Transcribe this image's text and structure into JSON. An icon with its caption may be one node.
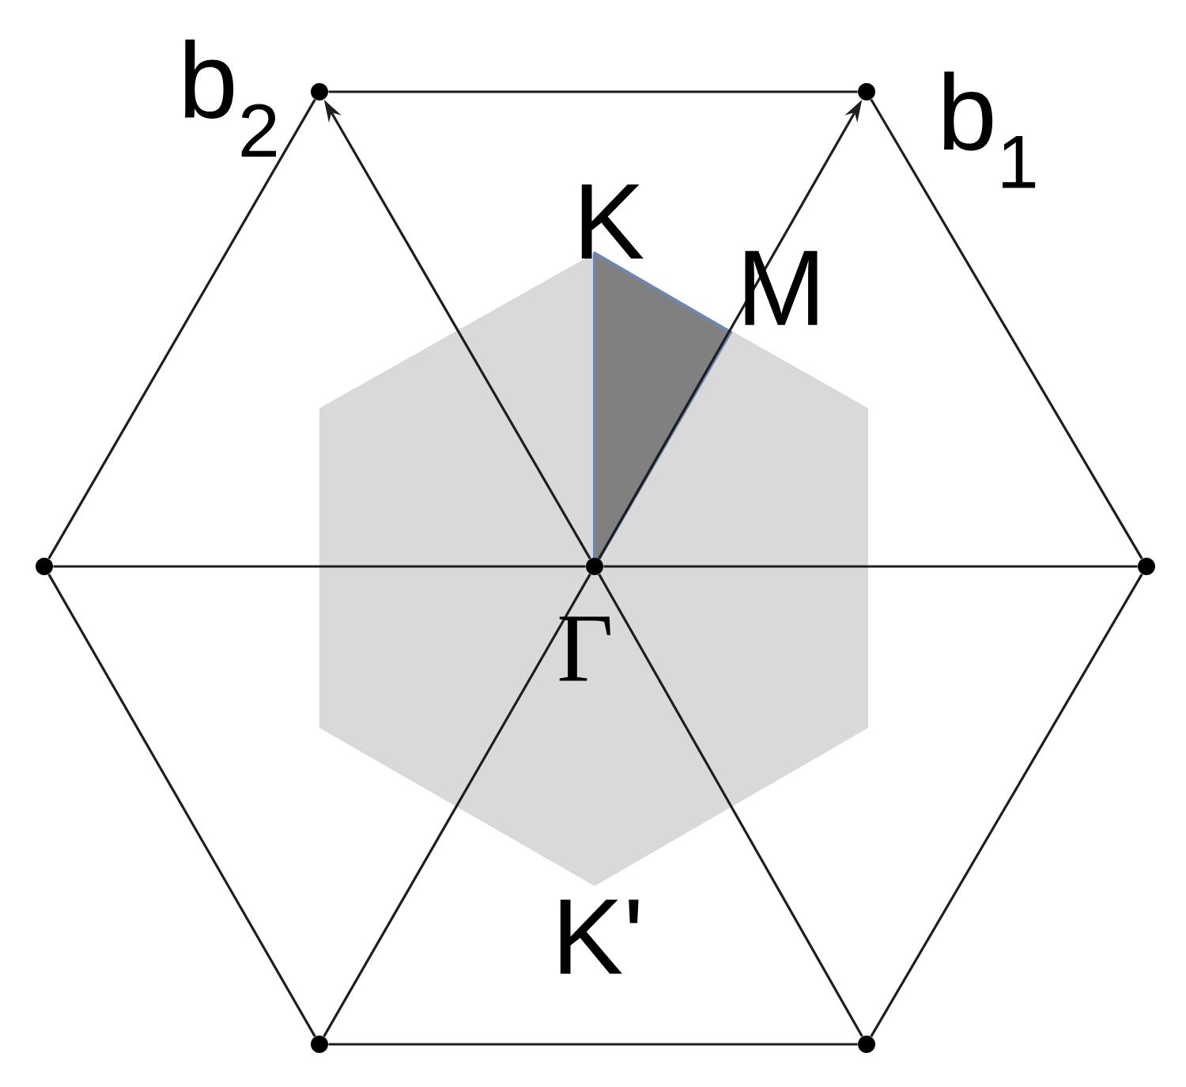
{
  "diagram": {
    "nodes": [
      {
        "text": [],
        "shape": "circle"
      },
      {
        "text": [],
        "shape": "circle"
      },
      {
        "text": [],
        "shape": "circle"
      },
      {
        "text": [],
        "shape": "circle"
      },
      {
        "text": [],
        "shape": "circle"
      },
      {
        "text": [],
        "shape": "circle"
      },
      {
        "text": [],
        "shape": "circle"
      }
    ],
    "edges": [
      {
        "from": 0,
        "to": 1,
        "arrow": "none"
      },
      {
        "from": 1,
        "to": 4,
        "arrow": "none"
      },
      {
        "from": 4,
        "to": 6,
        "arrow": "none"
      },
      {
        "from": 6,
        "to": 5,
        "arrow": "none"
      },
      {
        "from": 5,
        "to": 2,
        "arrow": "none"
      },
      {
        "from": 2,
        "to": 0,
        "arrow": "none"
      },
      {
        "from": 2,
        "to": 3,
        "arrow": "none"
      },
      {
        "from": 3,
        "to": 4,
        "arrow": "none"
      },
      {
        "from": 3,
        "to": 0,
        "arrow": "to"
      },
      {
        "from": 3,
        "to": 1,
        "arrow": "to"
      },
      {
        "from": 3,
        "to": 5,
        "arrow": "none"
      },
      {
        "from": 3,
        "to": 6,
        "arrow": "none"
      }
    ],
    "labels": [
      "b$_{2}$",
      "b$_{1}$",
      "K",
      "M",
      "Γ",
      "K'"
    ]
  }
}
